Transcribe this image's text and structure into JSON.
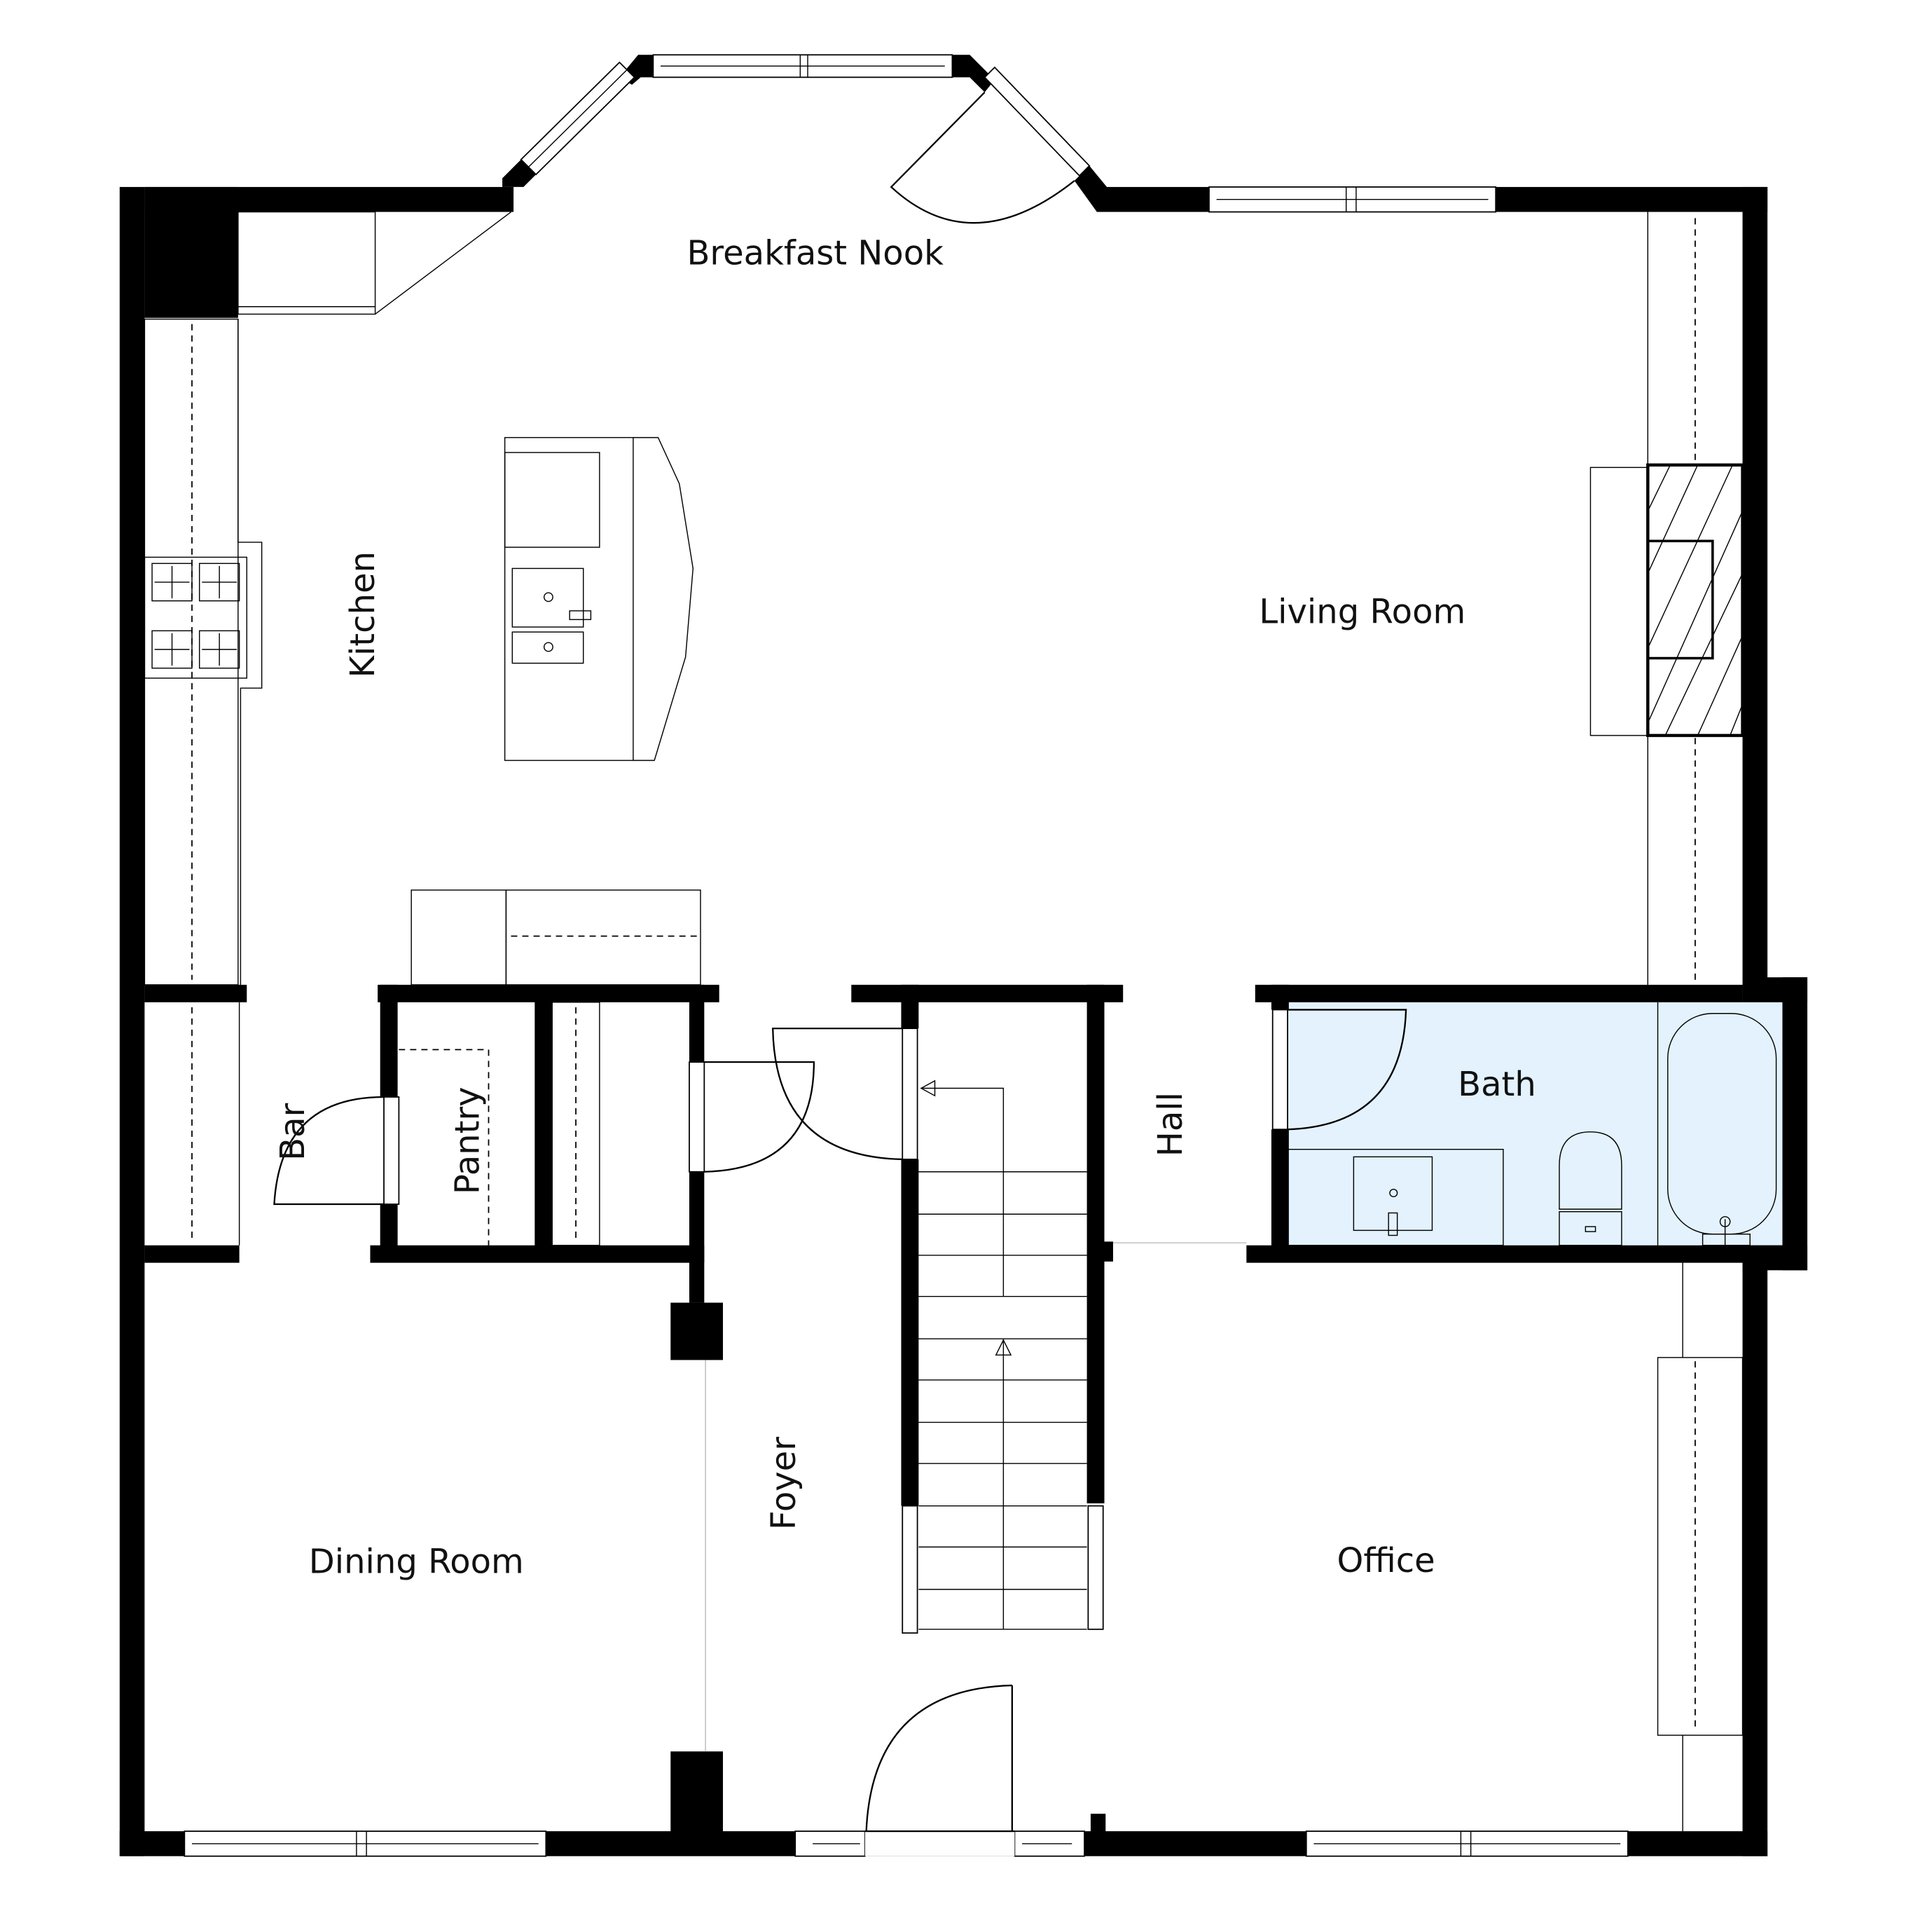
{
  "plan": {
    "type": "floor-plan",
    "colors": {
      "wall": "#000000",
      "background": "#ffffff",
      "bath_fill": "#e3f2fd"
    },
    "rooms": [
      {
        "id": "breakfast-nook",
        "label": "Breakfast Nook"
      },
      {
        "id": "kitchen",
        "label": "Kitchen"
      },
      {
        "id": "living-room",
        "label": "Living Room"
      },
      {
        "id": "bar",
        "label": "Bar"
      },
      {
        "id": "pantry",
        "label": "Pantry"
      },
      {
        "id": "hall",
        "label": "Hall"
      },
      {
        "id": "bath",
        "label": "Bath"
      },
      {
        "id": "dining-room",
        "label": "Dining Room"
      },
      {
        "id": "foyer",
        "label": "Foyer"
      },
      {
        "id": "office",
        "label": "Office"
      }
    ],
    "fixtures": [
      "cooktop-icon",
      "island-sink-icon",
      "fireplace-icon",
      "bathtub-icon",
      "toilet-icon",
      "vanity-sink-icon",
      "staircase-icon"
    ]
  }
}
